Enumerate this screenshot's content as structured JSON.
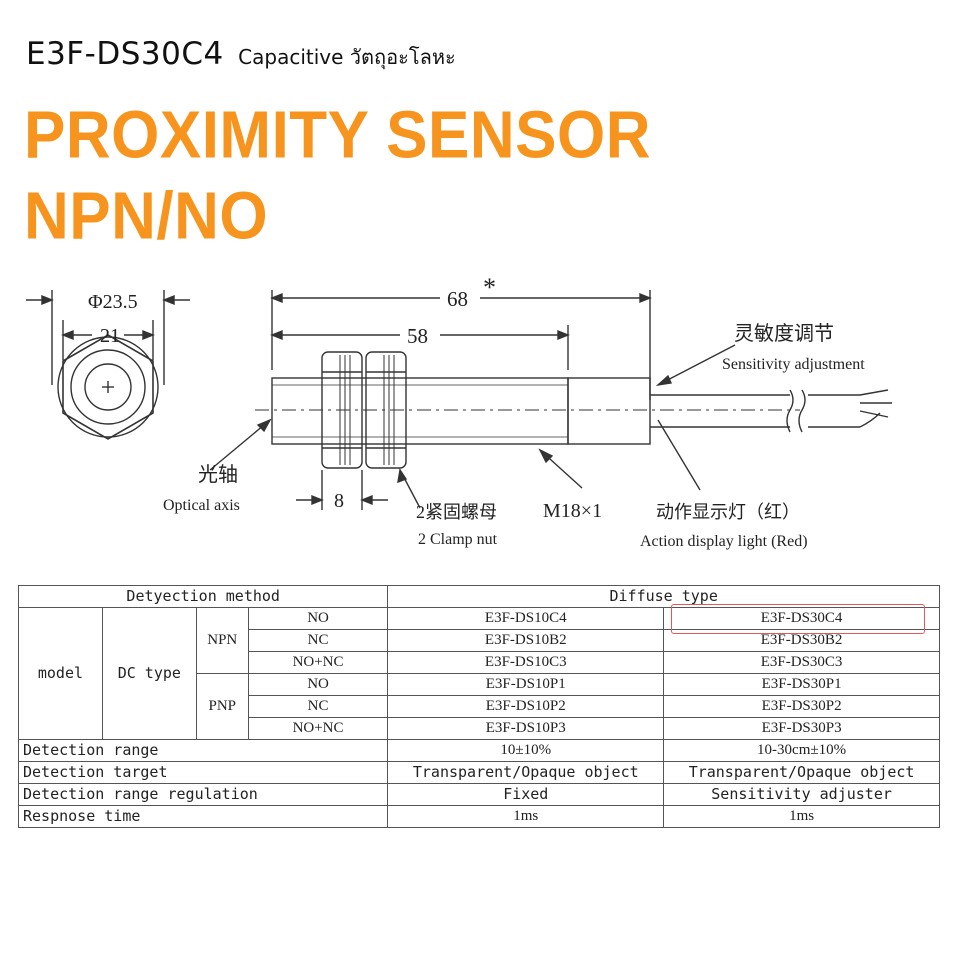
{
  "header": {
    "model_code": "E3F-DS30C4",
    "subtitle": "Capacitive วัตถุอะโลหะ",
    "title_line1": "PROXIMITY SENSOR",
    "title_line2": "NPN/NO"
  },
  "drawing": {
    "dim_phi": "Φ23.5",
    "dim_21": "21",
    "dim_68": "68",
    "asterisk": "*",
    "dim_58": "58",
    "dim_8": "8",
    "thread": "M18×1",
    "sensitivity_cn": "灵敏度调节",
    "sensitivity_en": "Sensitivity adjustment",
    "optical_cn": "光轴",
    "optical_en": "Optical axis",
    "clamp_cn": "2紧固螺母",
    "clamp_en": "2 Clamp nut",
    "action_cn": "动作显示灯（红）",
    "action_en": "Action display light (Red)"
  },
  "table": {
    "method_label": "Detyection method",
    "method_value": "Diffuse type",
    "model_label": "model",
    "dc_type": "DC type",
    "npn": "NPN",
    "pnp": "PNP",
    "rows": [
      {
        "mode": "NO",
        "col1": "E3F-DS10C4",
        "col2": "E3F-DS30C4"
      },
      {
        "mode": "NC",
        "col1": "E3F-DS10B2",
        "col2": "E3F-DS30B2"
      },
      {
        "mode": "NO+NC",
        "col1": "E3F-DS10C3",
        "col2": "E3F-DS30C3"
      },
      {
        "mode": "NO",
        "col1": "E3F-DS10P1",
        "col2": "E3F-DS30P1"
      },
      {
        "mode": "NC",
        "col1": "E3F-DS10P2",
        "col2": "E3F-DS30P2"
      },
      {
        "mode": "NO+NC",
        "col1": "E3F-DS10P3",
        "col2": "E3F-DS30P3"
      }
    ],
    "specs": [
      {
        "label": "Detection range",
        "col1": "10±10%",
        "col2": "10-30cm±10%"
      },
      {
        "label": "Detection target",
        "col1": "Transparent/Opaque object",
        "col2": "Transparent/Opaque object"
      },
      {
        "label": "Detection range regulation",
        "col1": "Fixed",
        "col2": "Sensitivity adjuster"
      },
      {
        "label": "Respnose time",
        "col1": "1ms",
        "col2": "1ms"
      }
    ]
  },
  "colors": {
    "accent": "#f7941d",
    "highlight": "#e05a5a"
  }
}
